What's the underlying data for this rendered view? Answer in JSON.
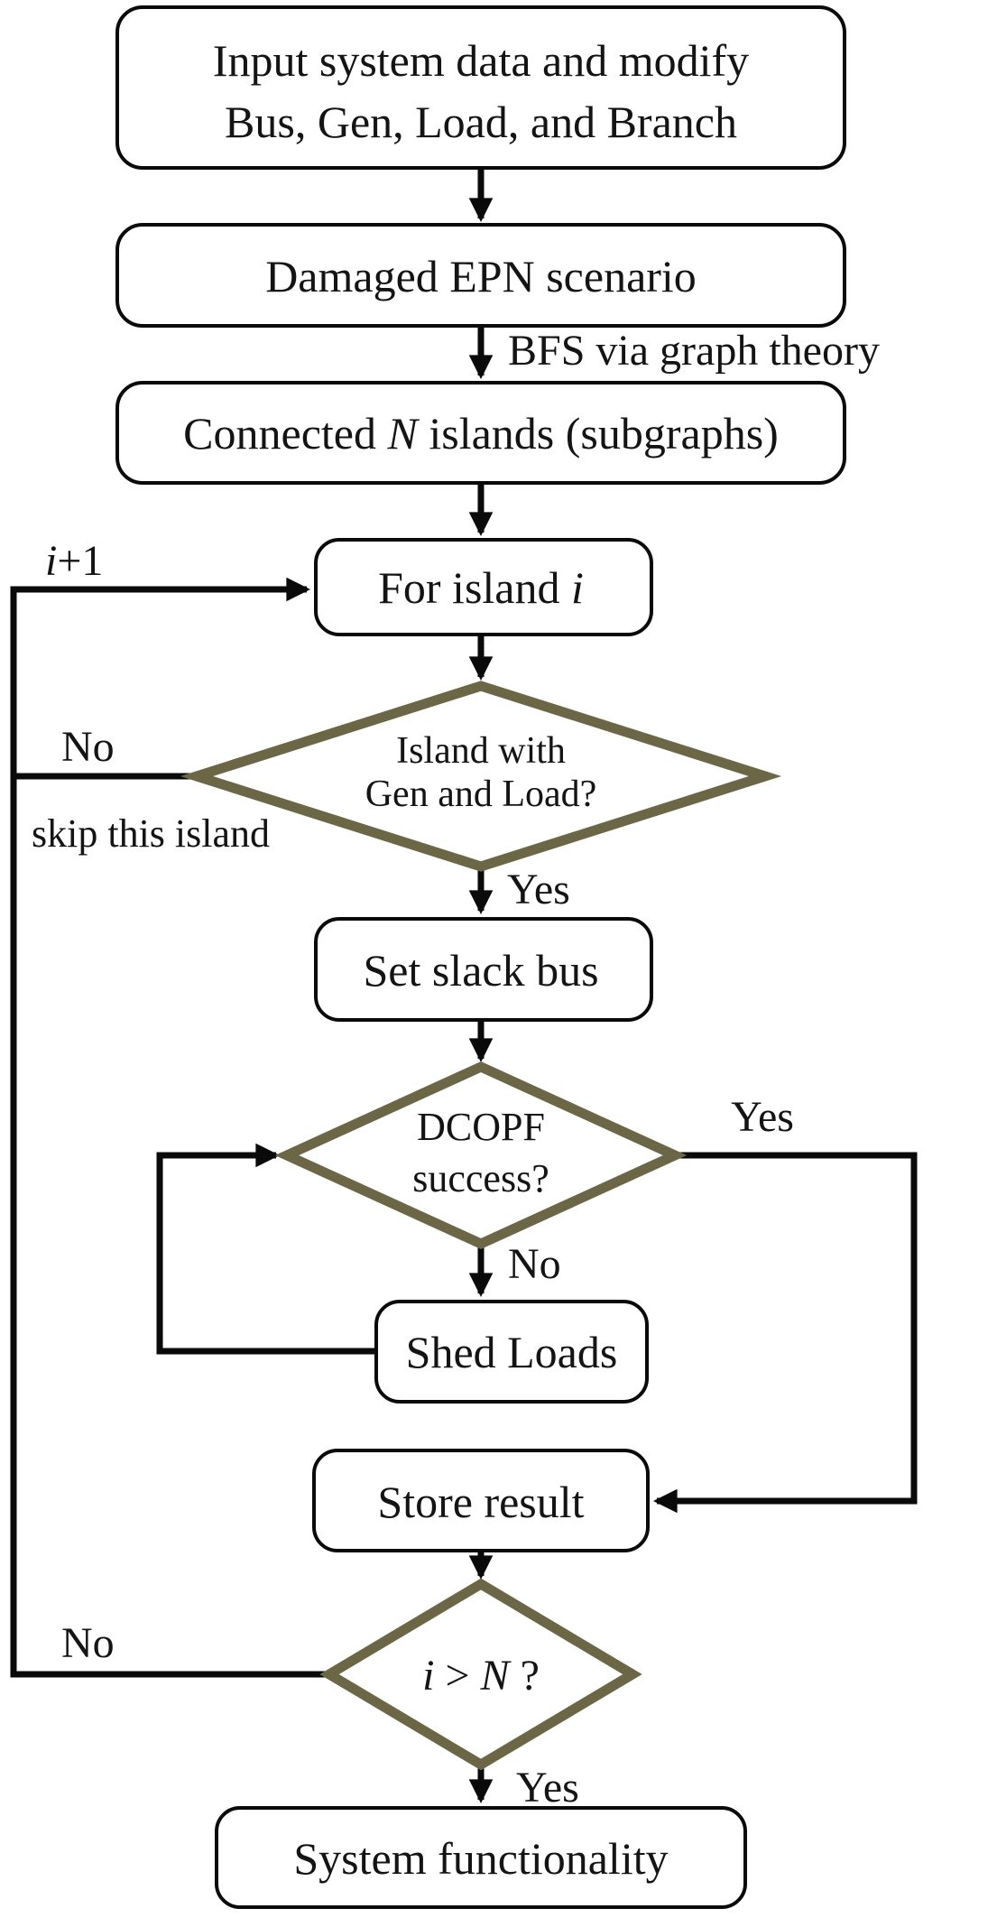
{
  "diagram": {
    "type": "flowchart",
    "colors": {
      "background": "#ffffff",
      "line": "#0a0a0a",
      "diamond_stroke": "#6b6746",
      "text": "#141414"
    },
    "nodes": {
      "input": {
        "line1": "Input system data and modify",
        "line2": "Bus, Gen, Load, and Branch"
      },
      "damaged": {
        "label": "Damaged EPN scenario"
      },
      "connected": {
        "pre": "Connected ",
        "it": "N",
        "post": " islands (subgraphs)"
      },
      "for_island": {
        "pre": "For island ",
        "it": "i"
      },
      "island_check": {
        "line1": "Island with",
        "line2": "Gen and Load?"
      },
      "set_slack": {
        "label": "Set slack bus"
      },
      "dcopf": {
        "line1": "DCOPF",
        "line2": "success?"
      },
      "shed": {
        "label": "Shed Loads"
      },
      "store": {
        "label": "Store result"
      },
      "iter_check": {
        "it1": "i",
        "mid": " > ",
        "it2": "N",
        "post": " ?"
      },
      "system": {
        "label": "System functionality"
      }
    },
    "edges": {
      "bfs_label": "BFS via graph theory",
      "island_yes": "Yes",
      "island_no": "No",
      "island_skip": "skip this island",
      "dcopf_yes": "Yes",
      "dcopf_no": "No",
      "iter_yes": "Yes",
      "iter_no": "No",
      "increment": {
        "it": "i",
        "post": "+1"
      }
    }
  }
}
